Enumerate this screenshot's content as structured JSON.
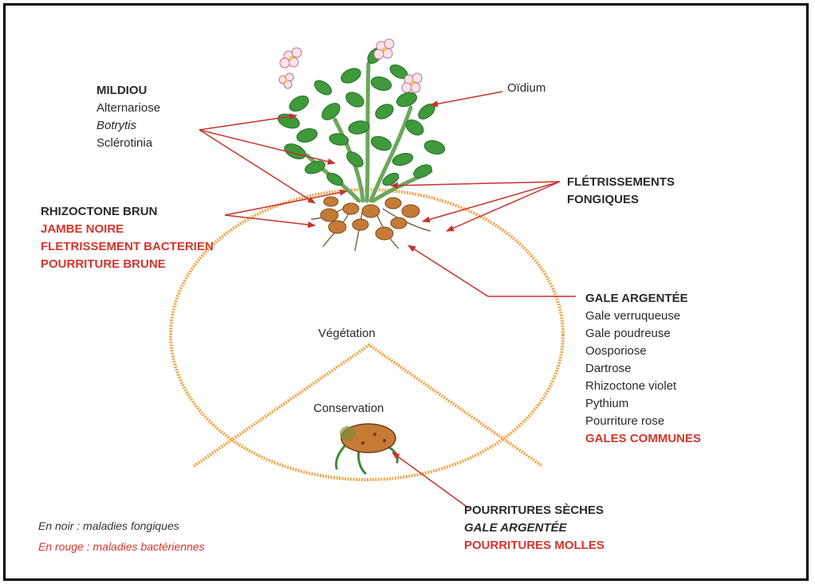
{
  "colors": {
    "black_text": "#2a2a2a",
    "red_text": "#d4352d",
    "orange_line": "#f2a446",
    "arrow": "#c8312a",
    "leaf": "#3e9a3a",
    "tuber": "#c57b36"
  },
  "labels": {
    "leaf_group": {
      "l1": "MILDIOU",
      "l2": "Alternariose",
      "l3": "Botrytis",
      "l4": "Sclérotinia"
    },
    "oidium": "Oïdium",
    "fletrissements": {
      "l1": "FLÉTRISSEMENTS",
      "l2": "FONGIQUES"
    },
    "stem_group": {
      "l1": "RHIZOCTONE BRUN",
      "l2": "JAMBE NOIRE",
      "l3": "FLETRISSEMENT  BACTERIEN",
      "l4": "POURRITURE BRUNE"
    },
    "tuber_group": {
      "l1": "GALE ARGENTÉE",
      "l2": "Gale verruqueuse",
      "l3": "Gale poudreuse",
      "l4": "Oosporiose",
      "l5": "Dartrose",
      "l6": "Rhizoctone violet",
      "l7": "Pythium",
      "l8": "Pourriture rose",
      "l9": "GALES COMMUNES"
    },
    "vegetation": "Végétation",
    "conservation": "Conservation",
    "storage_group": {
      "l1": "POURRITURES SÈCHES",
      "l2": "GALE ARGENTÉE",
      "l3": "POURRITURES MOLLES"
    }
  },
  "legend": {
    "black": "En noir : maladies fongiques",
    "red": "En rouge : maladies bactériennes"
  },
  "icons": [
    "potato-plant-icon",
    "stored-tuber-icon"
  ]
}
